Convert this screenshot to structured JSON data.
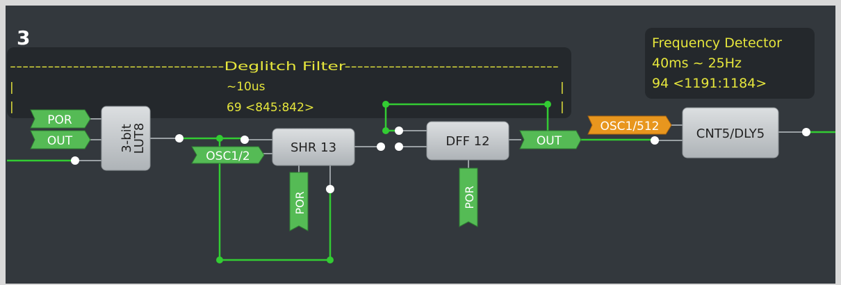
{
  "diagram": {
    "section_number": "3",
    "deglitch": {
      "title_line": "----------------------------------Deglitch Filter----------------------------------",
      "timing": "~10us",
      "counts": "69 <845:842>",
      "bar_left": "|",
      "bar_right": "|"
    },
    "freq_detector": {
      "title": "Frequency Detector",
      "range": "40ms ~ 25Hz",
      "counts": "94 <1191:1184>"
    },
    "blocks": {
      "lut": {
        "line1": "3-bit",
        "line2": "LUT8"
      },
      "shr": "SHR 13",
      "dff": "DFF 12",
      "cnt": "CNT5/DLY5"
    },
    "ports": {
      "por_in": "POR",
      "out_in": "OUT",
      "osc_half": "OSC1/2",
      "por_shr": "POR",
      "por_dff": "POR",
      "out_mid": "OUT",
      "osc_512": "OSC1/512"
    },
    "colors": {
      "background": "#33383d",
      "panel": "#24282c",
      "wire_green": "#33cc33",
      "wire_gray": "#9aa0a4",
      "port_green": "#55bb55",
      "port_orange": "#e8961e",
      "label_yellow": "#e6e63c",
      "block_gray": "#c4c8cb"
    }
  }
}
